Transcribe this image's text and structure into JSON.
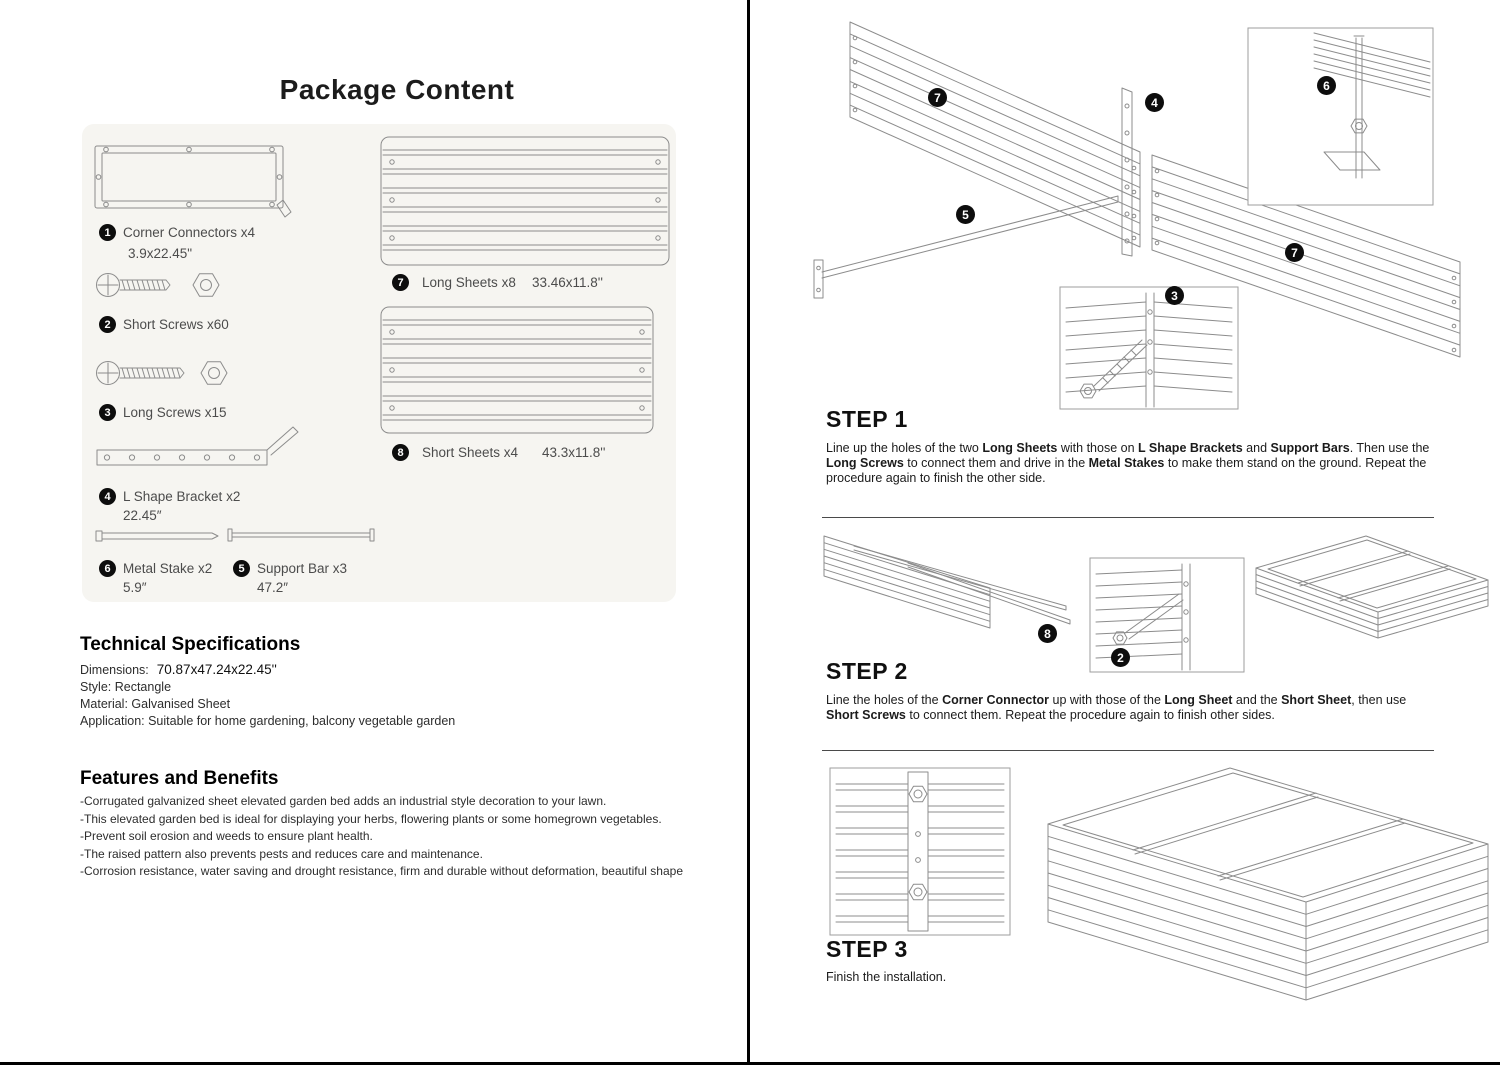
{
  "title": "Package Content",
  "parts": {
    "p1": {
      "num": "1",
      "label": "Corner Connectors x4",
      "size": "3.9x22.45\""
    },
    "p2": {
      "num": "2",
      "label": "Short Screws x60",
      "size": ""
    },
    "p3": {
      "num": "3",
      "label": "Long Screws x15",
      "size": ""
    },
    "p4": {
      "num": "4",
      "label": "L Shape Bracket x2",
      "size": "22.45″"
    },
    "p5": {
      "num": "5",
      "label": "Support Bar x3",
      "size": "47.2″"
    },
    "p6": {
      "num": "6",
      "label": "Metal Stake x2",
      "size": "5.9″"
    },
    "p7": {
      "num": "7",
      "label": "Long Sheets x8",
      "size": "33.46x11.8''"
    },
    "p8": {
      "num": "8",
      "label": "Short Sheets x4",
      "size": "43.3x11.8''"
    }
  },
  "tech": {
    "title": "Technical Specifications",
    "dimensions_label": "Dimensions:",
    "dimensions_value": "70.87x47.24x22.45''",
    "style_line": "Style: Rectangle",
    "material_line": "Material: Galvanised Sheet",
    "application_line": "Application: Suitable for home gardening, balcony vegetable garden"
  },
  "features": {
    "title": "Features and Benefits",
    "items": [
      "-Corrugated galvanized sheet elevated garden bed adds an industrial style decoration to your lawn.",
      "-This elevated garden bed is ideal for displaying your herbs, flowering plants or some homegrown vegetables.",
      "-Prevent soil erosion and weeds to ensure plant health.",
      "-The raised pattern also prevents pests and reduces care and maintenance.",
      "-Corrosion resistance, water saving and drought resistance, firm and durable without deformation, beautiful shape"
    ]
  },
  "steps": {
    "step1": {
      "title": "STEP 1",
      "segments": [
        {
          "t": "Line up the holes of the two "
        },
        {
          "t": "Long Sheets",
          "b": true
        },
        {
          "t": " with those on "
        },
        {
          "t": "L Shape Brackets",
          "b": true
        },
        {
          "t": " and "
        },
        {
          "t": "Support Bars",
          "b": true
        },
        {
          "t": ". Then use the "
        },
        {
          "t": "Long Screws",
          "b": true
        },
        {
          "t": " to connect them and drive in the "
        },
        {
          "t": "Metal Stakes",
          "b": true
        },
        {
          "t": " to make them stand on the ground. Repeat the procedure again to finish the other side."
        }
      ]
    },
    "step2": {
      "title": "STEP 2",
      "segments": [
        {
          "t": "Line the holes of the "
        },
        {
          "t": "Corner Connector",
          "b": true
        },
        {
          "t": " up with those of the "
        },
        {
          "t": "Long Sheet",
          "b": true
        },
        {
          "t": " and the "
        },
        {
          "t": "Short Sheet",
          "b": true
        },
        {
          "t": ", then use "
        },
        {
          "t": "Short Screws",
          "b": true
        },
        {
          "t": " to connect them. Repeat the procedure again to finish other sides."
        }
      ]
    },
    "step3": {
      "title": "STEP 3",
      "text": "Finish the installation."
    }
  }
}
